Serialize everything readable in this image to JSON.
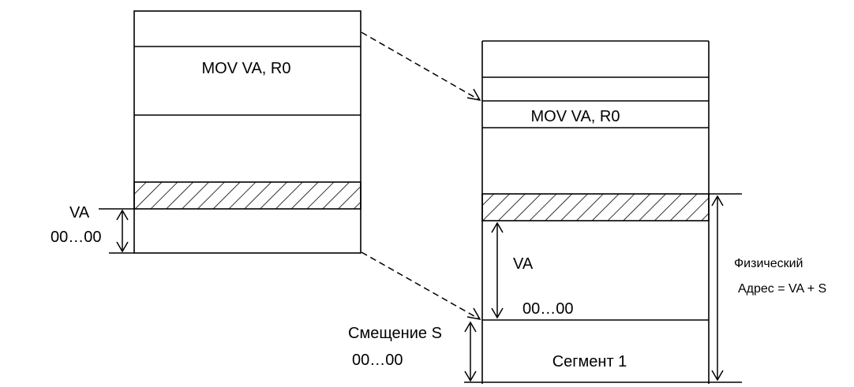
{
  "virtual_block": {
    "instruction": "MOV VA, R0",
    "va_label": "VA",
    "origin_label": "00…00"
  },
  "physical_block": {
    "instruction": "MOV VA, R0",
    "va_label": "VA",
    "origin_label": "00…00",
    "segment_label": "Сегмент 1"
  },
  "offset": {
    "label": "Смещение S",
    "origin_label": "00…00"
  },
  "physical_address": {
    "line1": "Физический",
    "line2": "Адрес = VA + S"
  }
}
